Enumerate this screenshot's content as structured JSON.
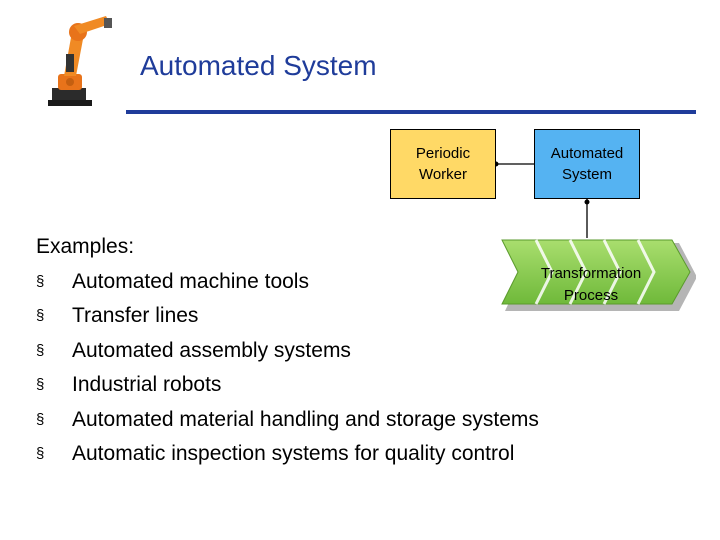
{
  "slide": {
    "title": "Automated System",
    "colors": {
      "title": "#1f3c9a",
      "rule": "#1f3c9a",
      "worker_box": "#ffd966",
      "system_box": "#55b3f2",
      "process_arrow": "#8fd14f"
    }
  },
  "robot_icon": {
    "icon": "industrial-robot-icon"
  },
  "diagram": {
    "worker_box": {
      "lines": [
        "Periodic",
        "Worker"
      ]
    },
    "system_box": {
      "lines": [
        "Automated",
        "System"
      ]
    },
    "process": {
      "lines": [
        "Transformation",
        "Process"
      ],
      "icon": "chevron-process-arrow"
    }
  },
  "examples": {
    "heading": "Examples:",
    "bullet": "§",
    "items": [
      "Automated machine tools",
      "Transfer lines",
      "Automated assembly systems",
      "Industrial robots",
      "Automated material handling and storage systems",
      "Automatic inspection systems for quality control"
    ]
  }
}
